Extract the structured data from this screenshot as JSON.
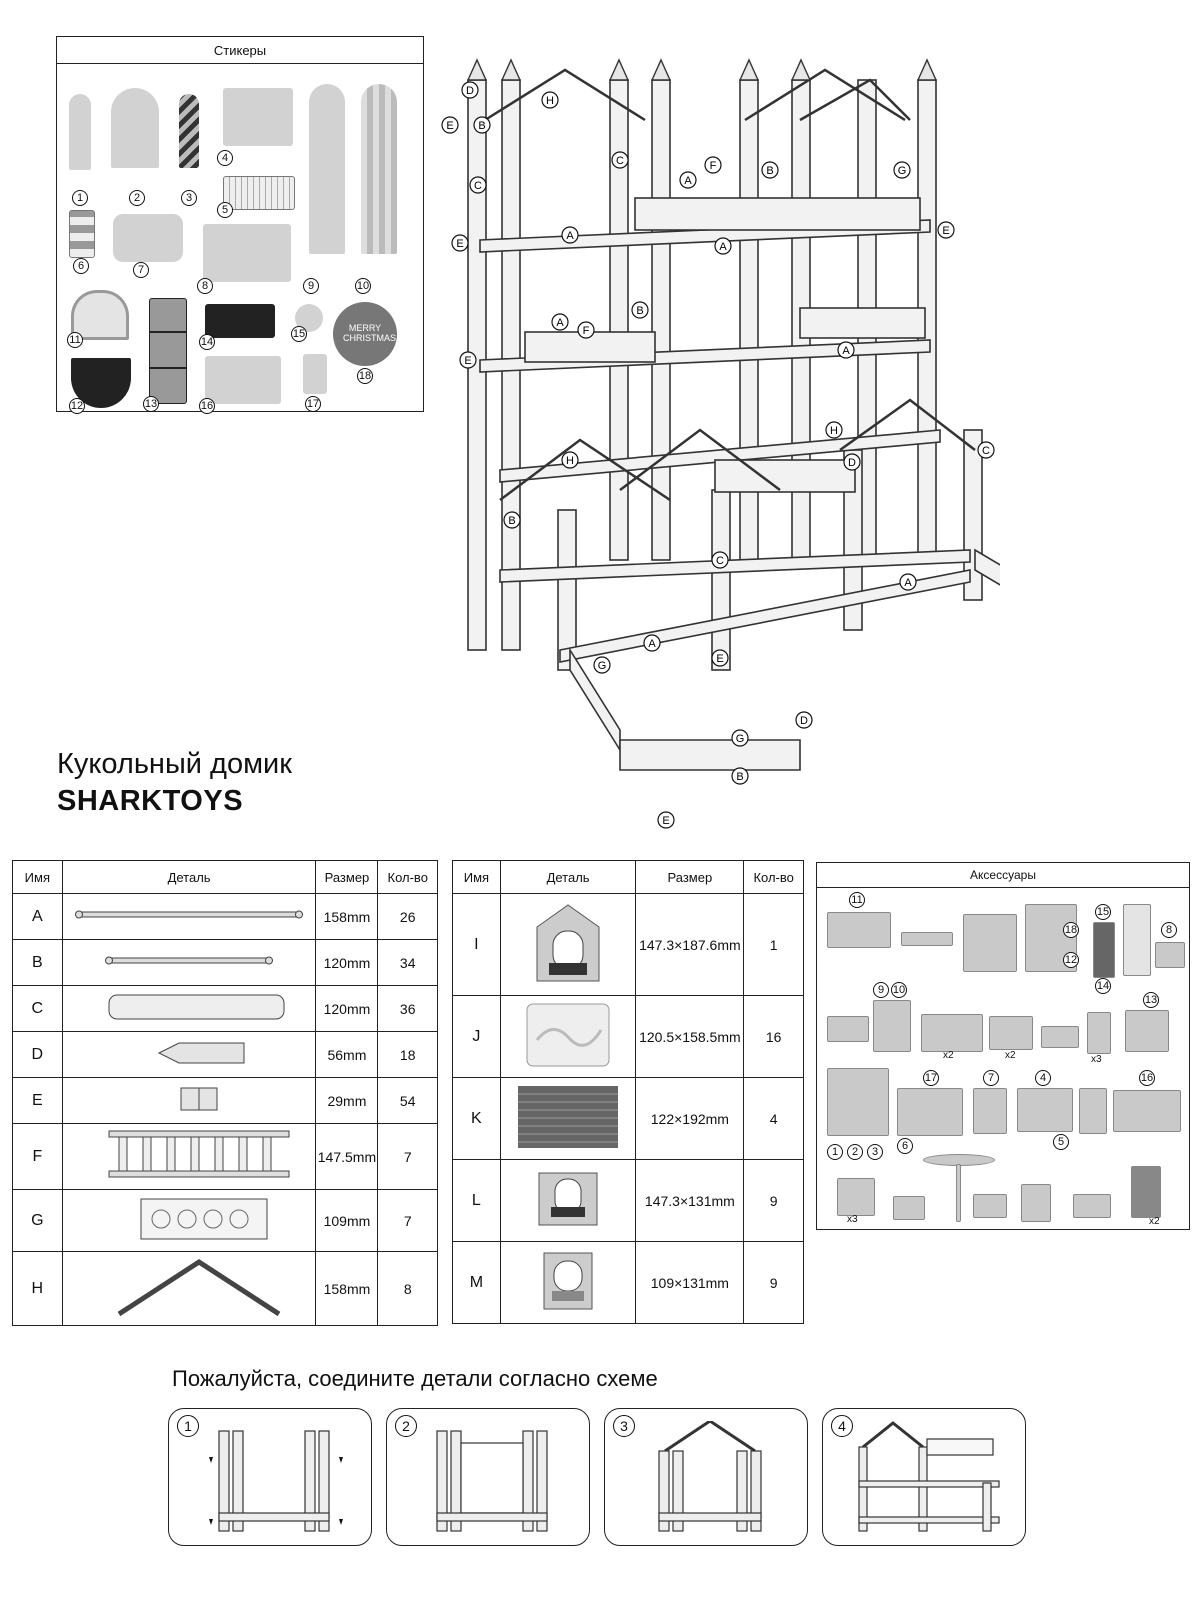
{
  "stickers": {
    "title": "Стикеры",
    "numbers": [
      "1",
      "2",
      "3",
      "4",
      "5",
      "6",
      "7",
      "8",
      "9",
      "10",
      "11",
      "12",
      "13",
      "14",
      "15",
      "16",
      "17",
      "18"
    ],
    "christmas_text": "MERRY CHRISTMAS"
  },
  "diagram": {
    "callouts": [
      "A",
      "B",
      "C",
      "D",
      "E",
      "F",
      "G",
      "H"
    ]
  },
  "heading": {
    "line1": "Кукольный домик",
    "line2": "SHARKTOYS"
  },
  "table_left": {
    "headers": {
      "name": "Имя",
      "detail": "Деталь",
      "size": "Размер",
      "qty": "Кол-во"
    },
    "rows": [
      {
        "name": "A",
        "size": "158mm",
        "qty": "26"
      },
      {
        "name": "B",
        "size": "120mm",
        "qty": "34"
      },
      {
        "name": "C",
        "size": "120mm",
        "qty": "36"
      },
      {
        "name": "D",
        "size": "56mm",
        "qty": "18"
      },
      {
        "name": "E",
        "size": "29mm",
        "qty": "54"
      },
      {
        "name": "F",
        "size": "147.5mm",
        "qty": "7"
      },
      {
        "name": "G",
        "size": "109mm",
        "qty": "7"
      },
      {
        "name": "H",
        "size": "158mm",
        "qty": "8"
      }
    ]
  },
  "table_right": {
    "headers": {
      "name": "Имя",
      "detail": "Деталь",
      "size": "Размер",
      "qty": "Кол-во"
    },
    "rows": [
      {
        "name": "I",
        "size": "147.3×187.6mm",
        "qty": "1"
      },
      {
        "name": "J",
        "size": "120.5×158.5mm",
        "qty": "16"
      },
      {
        "name": "K",
        "size": "122×192mm",
        "qty": "4"
      },
      {
        "name": "L",
        "size": "147.3×131mm",
        "qty": "9"
      },
      {
        "name": "M",
        "size": "109×131mm",
        "qty": "9"
      }
    ]
  },
  "accessories": {
    "title": "Аксессуары",
    "numbers": [
      "1",
      "2",
      "3",
      "4",
      "5",
      "6",
      "7",
      "8",
      "9",
      "10",
      "11",
      "12",
      "13",
      "14",
      "15",
      "16",
      "17",
      "18"
    ],
    "multipliers": [
      "x2",
      "x2",
      "x3",
      "x3",
      "x2"
    ]
  },
  "instructions": {
    "text": "Пожалуйста, соедините детали согласно схеме",
    "steps": [
      "1",
      "2",
      "3",
      "4"
    ]
  }
}
